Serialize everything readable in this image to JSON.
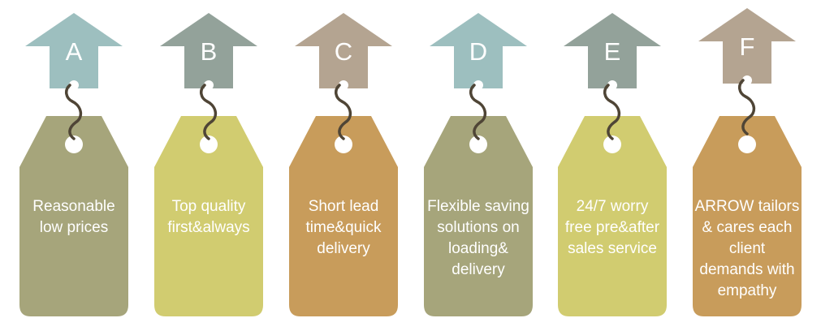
{
  "tags": [
    {
      "letter": "A",
      "text": "Reasonable\nlow prices",
      "arrow_color": "#9dbfbf",
      "tag_color": "#a6a57b"
    },
    {
      "letter": "B",
      "text": "Top quality\nfirst&always",
      "arrow_color": "#93a29a",
      "tag_color": "#d1cc70"
    },
    {
      "letter": "C",
      "text": "Short lead\ntime&quick\ndelivery",
      "arrow_color": "#b4a491",
      "tag_color": "#c89c5b"
    },
    {
      "letter": "D",
      "text": "Flexible saving\nsolutions on\nloading&\ndelivery",
      "arrow_color": "#9dbfbf",
      "tag_color": "#a6a57b"
    },
    {
      "letter": "E",
      "text": "24/7 worry\nfree pre&after\nsales service",
      "arrow_color": "#93a29a",
      "tag_color": "#d1cc70"
    },
    {
      "letter": "F",
      "text": "ARROW tailors\n& cares each\nclient\ndemands with\nempathy",
      "arrow_color": "#b4a491",
      "tag_color": "#c89c5b"
    }
  ],
  "hook_color": "#4f4536"
}
